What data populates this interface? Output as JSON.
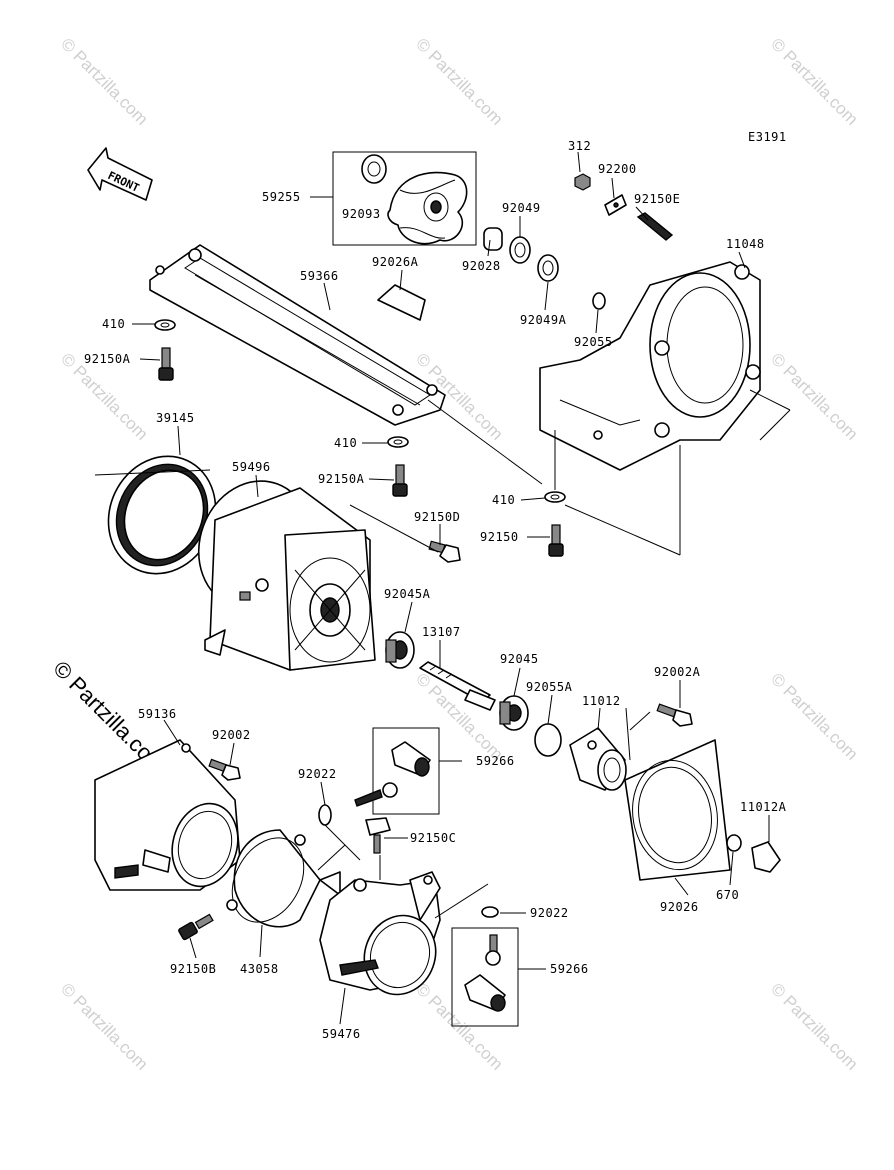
{
  "diagram_code": "E3191",
  "front_label": "FRONT",
  "copyright": "© Partzilla.com",
  "watermark": "© Partzilla.com",
  "labels": {
    "p312": "312",
    "p92200": "92200",
    "p92150E": "92150E",
    "p11048": "11048",
    "p59255": "59255",
    "p92093": "92093",
    "p92049": "92049",
    "p92028": "92028",
    "p92049A": "92049A",
    "p92055": "92055",
    "p59366": "59366",
    "p92026A": "92026A",
    "p410a": "410",
    "p92150Aa": "92150A",
    "p39145": "39145",
    "p410b": "410",
    "p59496": "59496",
    "p92150Ab": "92150A",
    "p410c": "410",
    "p92150D": "92150D",
    "p92150": "92150",
    "p92045A": "92045A",
    "p13107": "13107",
    "p92045": "92045",
    "p92055A": "92055A",
    "p92002A": "92002A",
    "p11012": "11012",
    "p59136": "59136",
    "p92002": "92002",
    "p92022a": "92022",
    "p59266a": "59266",
    "p92150C": "92150C",
    "p11012A": "11012A",
    "p670": "670",
    "p92026": "92026",
    "p92022b": "92022",
    "p59266b": "59266",
    "p92150B": "92150B",
    "p43058": "43058",
    "p59476": "59476"
  }
}
